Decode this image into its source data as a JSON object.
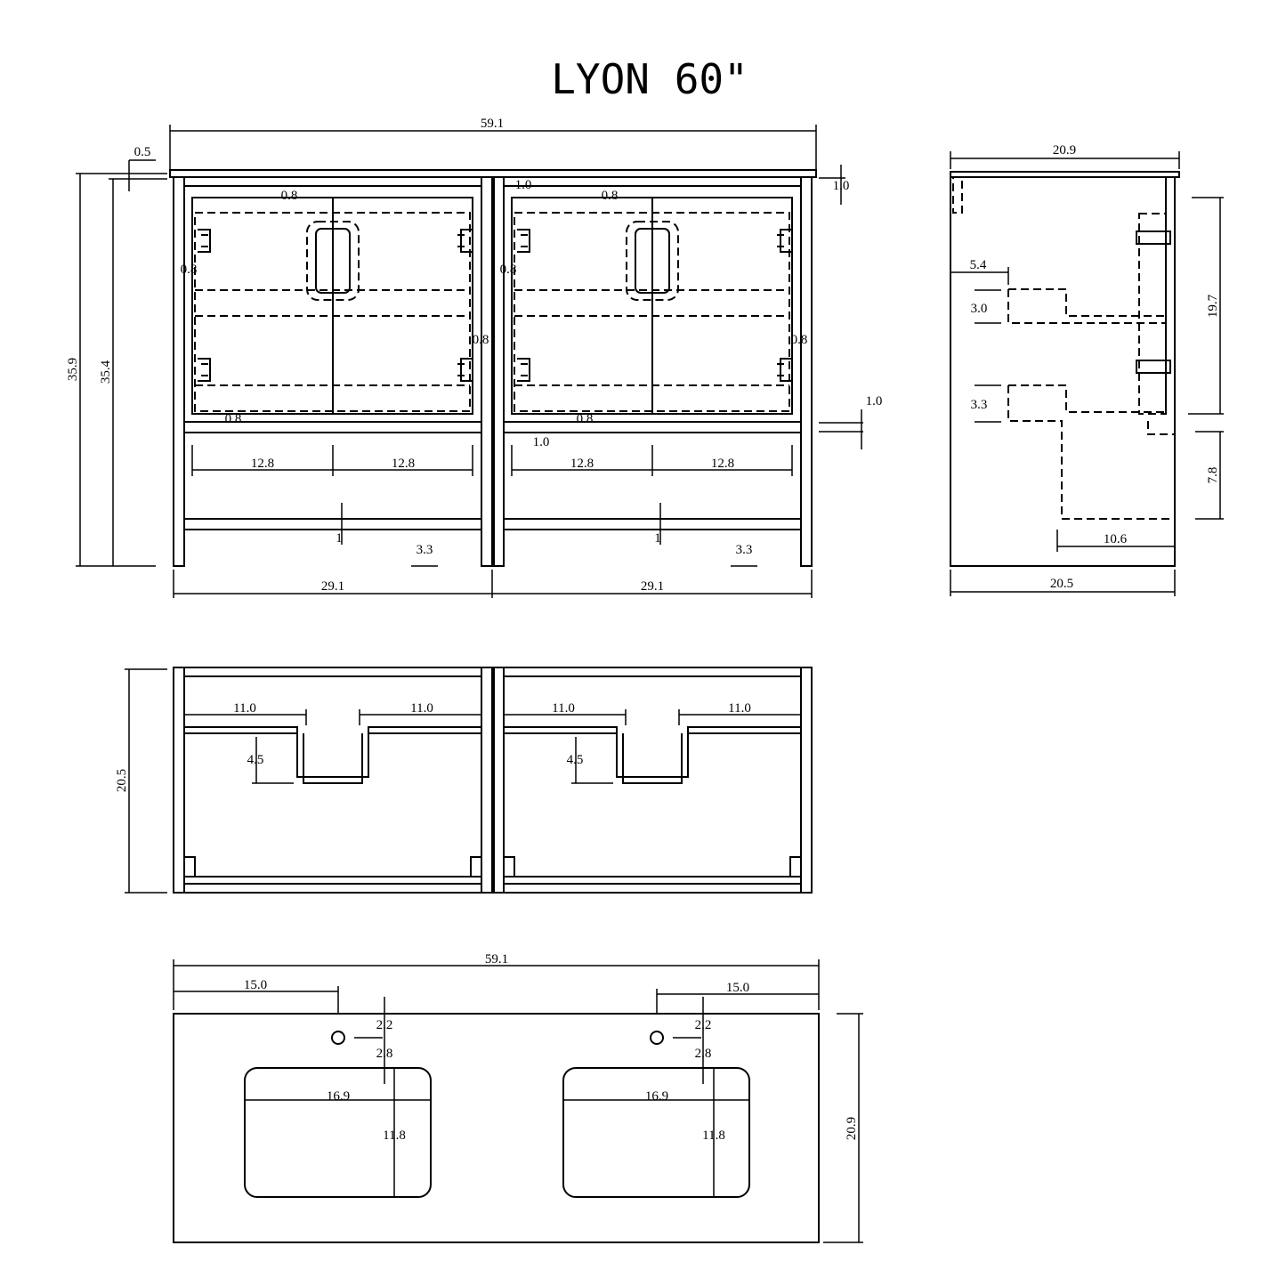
{
  "title": "LYON 60\"",
  "front_view": {
    "overall_width": "59.1",
    "top_thickness": "0.5",
    "overall_height": "35.9",
    "cabinet_height": "35.4",
    "reveal_labels": [
      "0.8",
      "0.8",
      "0.8",
      "0.8",
      "0.8",
      "0.8",
      "0.8",
      "0.8"
    ],
    "gap_labels": [
      "1.0",
      "1.0",
      "1.0"
    ],
    "drawer_widths": [
      "12.8",
      "12.8",
      "12.8",
      "12.8"
    ],
    "shelf_labels": [
      "1",
      "1"
    ],
    "leg_labels": [
      "3.3",
      "3.3"
    ],
    "cabinet_widths": [
      "29.1",
      "29.1"
    ]
  },
  "side_view": {
    "top_depth": "20.9",
    "base_depth": "20.5",
    "offset": "5.4",
    "upper_slot": "3.0",
    "lower_slot": "3.3",
    "door_height": "19.7",
    "open_height": "7.8",
    "shelf_depth": "10.6"
  },
  "plan_view": {
    "depth": "20.5",
    "widths": [
      "11.0",
      "11.0",
      "11.0",
      "11.0"
    ],
    "notch_depths": [
      "4.5",
      "4.5"
    ]
  },
  "countertop": {
    "overall_width": "59.1",
    "edge_offsets": [
      "15.0",
      "15.0"
    ],
    "depth": "20.9",
    "faucet_offsets": [
      "2.2",
      "2.2"
    ],
    "sink_offsets": [
      "2.8",
      "2.8"
    ],
    "sink_widths": [
      "16.9",
      "16.9"
    ],
    "sink_depths": [
      "11.8",
      "11.8"
    ]
  }
}
